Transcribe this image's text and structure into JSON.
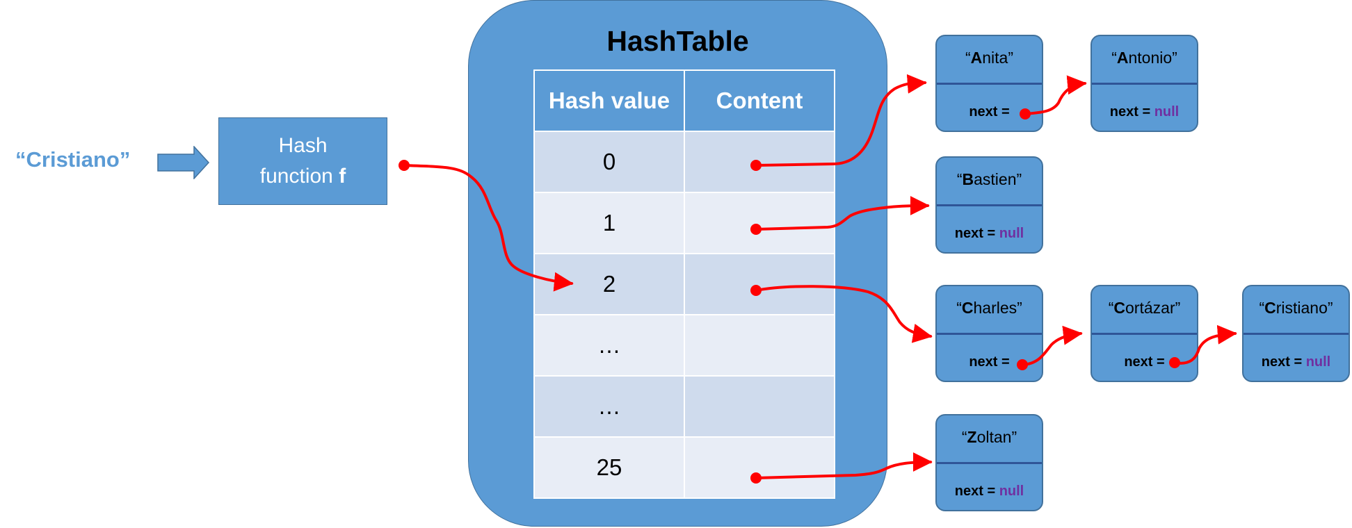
{
  "input_key": "“Cristiano”",
  "hash_function": {
    "line1": "Hash",
    "line2_prefix": "function ",
    "line2_bold": "f"
  },
  "table": {
    "title": "HashTable",
    "headers": [
      "Hash value",
      "Content"
    ],
    "rows": [
      "0",
      "1",
      "2",
      "…",
      "…",
      "25"
    ]
  },
  "nodes": [
    {
      "id": "anita",
      "q1": "“",
      "initial": "A",
      "rest": "nita”",
      "next_label": "next = ",
      "next_value": ""
    },
    {
      "id": "antonio",
      "q1": "“",
      "initial": "A",
      "rest": "ntonio”",
      "next_label": "next = ",
      "next_value": "null"
    },
    {
      "id": "bastien",
      "q1": "“",
      "initial": "B",
      "rest": "astien”",
      "next_label": "next = ",
      "next_value": "null"
    },
    {
      "id": "charles",
      "q1": "“",
      "initial": "C",
      "rest": "harles”",
      "next_label": "next = ",
      "next_value": ""
    },
    {
      "id": "cortazar",
      "q1": "“",
      "initial": "C",
      "rest": "ortázar”",
      "next_label": "next = ",
      "next_value": ""
    },
    {
      "id": "cristiano",
      "q1": "“",
      "initial": "C",
      "rest": "ristiano”",
      "next_label": "next = ",
      "next_value": "null"
    },
    {
      "id": "zoltan",
      "q1": "“",
      "initial": "Z",
      "rest": "oltan”",
      "next_label": "next = ",
      "next_value": "null"
    }
  ],
  "colors": {
    "accent": "#5b9bd5",
    "border": "#41719c",
    "divider": "#2f5597",
    "arrow": "#ff0000",
    "null": "#7030a0",
    "row_odd": "#cfdbed",
    "row_even": "#e8edf6"
  }
}
